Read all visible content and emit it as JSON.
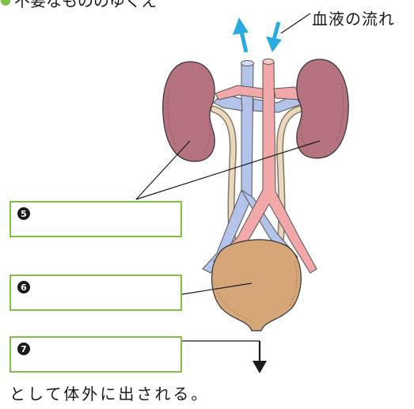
{
  "header": {
    "bullet": "●",
    "text": "不要なもののゆくえ"
  },
  "labels": {
    "blood_flow": "血液の流れ"
  },
  "boxes": [
    {
      "num": "5"
    },
    {
      "num": "6"
    },
    {
      "num": "7"
    }
  ],
  "caption": "として体外に出される。",
  "colors": {
    "box_border": "#7dc242",
    "artery": "#f2a8a8",
    "vein": "#b4c3ea",
    "kidney": "#b5737f",
    "bladder": "#d5a678",
    "arrow": "#29abe2"
  }
}
